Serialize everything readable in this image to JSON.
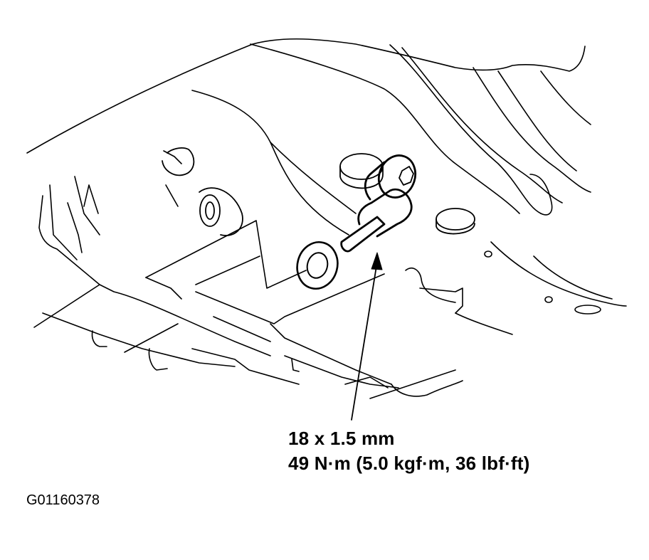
{
  "figure": {
    "id_label": "G01160378",
    "callout": {
      "target": "bolt",
      "size": "18 x 1.5 mm",
      "torque": "49 N·m (5.0 kgf·m, 36 lbf·ft)"
    },
    "parts_shown": [
      "transmission-case-underside",
      "bolt",
      "sealing-washer",
      "plug",
      "mounting-boss"
    ]
  }
}
